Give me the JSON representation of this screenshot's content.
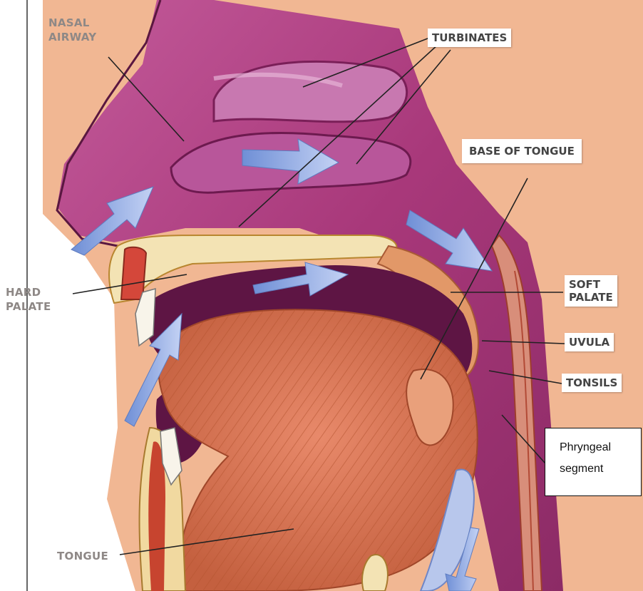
{
  "labels": {
    "nasal_airway": {
      "line1": "NASAL",
      "line2": "AIRWAY"
    },
    "turbinates": "TURBINATES",
    "base_of_tongue": "BASE OF TONGUE",
    "hard_palate": {
      "line1": "HARD",
      "line2": "PALATE"
    },
    "soft_palate": {
      "line1": "SOFT",
      "line2": "PALATE"
    },
    "uvula": "UVULA",
    "tonsils": "TONSILS",
    "tongue": "TONGUE",
    "phryngeal_segment": {
      "line1": "Phryngeal",
      "line2": "segment"
    }
  },
  "colors": {
    "background": "#f1b793",
    "nasal_cavity": "#a0336f",
    "nasal_highlight": "#d98fbe",
    "oral_cavity": "#5e1544",
    "tongue": "#d9785a",
    "hard_palate_bone": "#f3e3b4",
    "airflow_arrow": "#8fa9e4"
  }
}
